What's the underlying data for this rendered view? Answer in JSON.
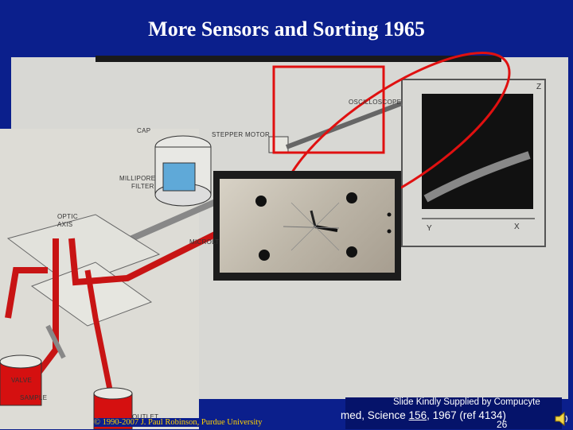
{
  "slide": {
    "title": "More Sensors and Sorting 1965"
  },
  "diagram": {
    "labels": {
      "oscilloscope": "OSCILLOSCOPE",
      "cap": "CAP",
      "stepper_motor": "STEPPER MOTOR",
      "millipore": "MILLIPORE",
      "filter": "FILTER",
      "optic": "OPTIC",
      "axis": "AXIS",
      "microlt": "MICROLT",
      "valve": "VALVE",
      "sample": "SAMPLE",
      "outlet": "OUTLET",
      "y_axis": "Y",
      "x_axis": "X",
      "z_axis": "Z"
    }
  },
  "credit": {
    "supplied_by": "Slide Kindly Supplied by Compucyte",
    "citation_prefix": "med, Science ",
    "citation_volume": "156",
    "citation_suffix": ", 1967 (ref 4134)"
  },
  "footer": {
    "copyright": "© 1990-2007 J. Paul Robinson, Purdue University",
    "slide_number": "26"
  },
  "colors": {
    "background": "#0b1f8c",
    "highlight": "#e01010",
    "copyright": "#ffd100"
  },
  "icons": {
    "audio": "speaker-icon"
  }
}
